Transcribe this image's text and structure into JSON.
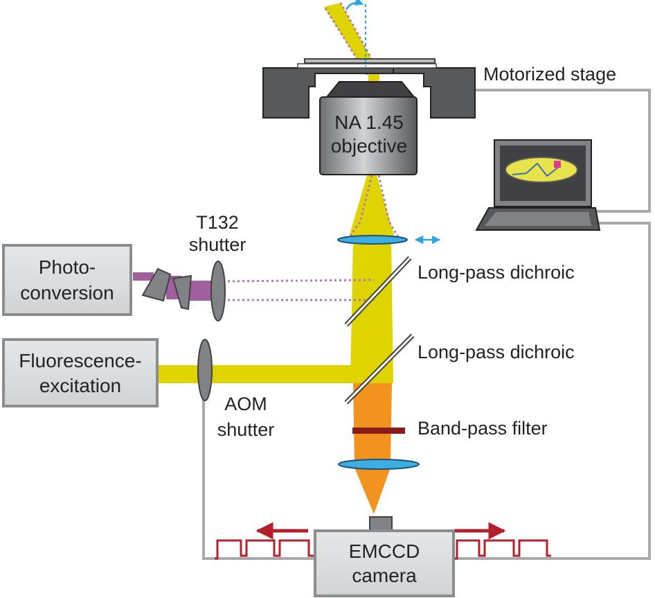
{
  "labels": {
    "motorized_stage": "Motorized stage",
    "objective_line1": "NA 1.45",
    "objective_line2": "objective",
    "t132_line1": "T132",
    "t132_line2": "shutter",
    "photo_line1": "Photo-",
    "photo_line2": "conversion",
    "fluor_line1": "Fluorescence-",
    "fluor_line2": "excitation",
    "aom_line1": "AOM",
    "aom_line2": "shutter",
    "dichroic_upper": "Long-pass dichroic",
    "dichroic_lower": "Long-pass dichroic",
    "bandpass": "Band-pass filter",
    "camera_line1": "EMCCD",
    "camera_line2": "camera"
  },
  "colors": {
    "excitation_beam": "#e0d400",
    "emission_beam": "#f3931f",
    "photoconversion_beam": "#a0609e",
    "photoconversion_dotted": "#b078b8",
    "lens_fill": "#3eaee0",
    "box_fill": "#d8d9db",
    "box_stroke": "#8c8c8c",
    "stage_fill": "#58595b",
    "objective_fill": "#808285",
    "wire": "#a7a9ac",
    "trigger_pulse": "#b4202a",
    "bandpass_filter": "#8b1a1a",
    "laptop_screen": "#e8e34a",
    "tilt_arrow": "#2aa6e0"
  },
  "icons": [
    "laptop-icon",
    "objective-icon",
    "motorized-stage-icon",
    "lens-icon",
    "prism-icon",
    "shutter-icon",
    "dichroic-mirror-icon",
    "trigger-pulse-train-icon",
    "arrow-icon"
  ]
}
